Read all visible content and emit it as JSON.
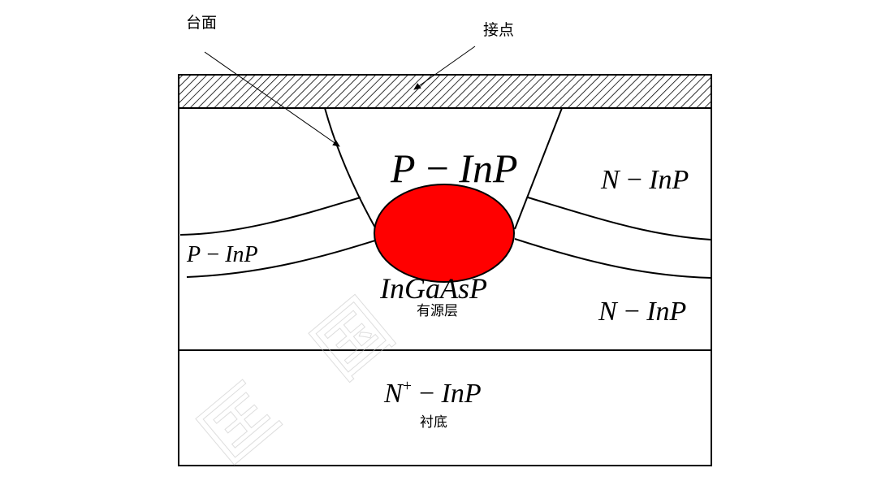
{
  "callouts": {
    "mesa": "台面",
    "contact": "接点"
  },
  "regions": {
    "top_p_inp": "P − InP",
    "right_upper_n_inp": "N − InP",
    "left_p_inp": "P − InP",
    "active_material": "InGaAsP",
    "active_label": "有源层",
    "right_lower_n_inp": "N − InP",
    "substrate_n": "N",
    "substrate_sup": "+",
    "substrate_rest": " − InP",
    "substrate_label": "衬底"
  },
  "watermark": [
    "国",
    "匡"
  ],
  "colors": {
    "active_region": "#ff0000",
    "line": "#000000",
    "watermark": "#c8c8c8"
  }
}
